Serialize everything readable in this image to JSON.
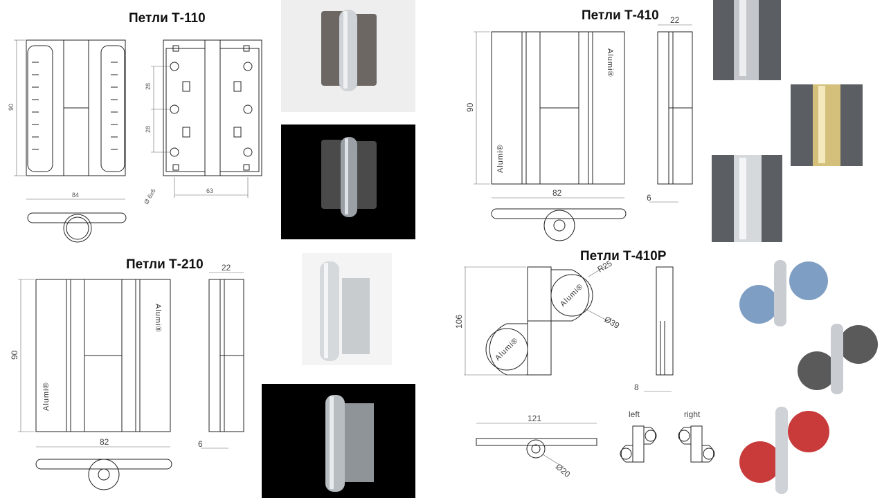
{
  "sections": {
    "t110": {
      "title": "Петли Т-110",
      "dims": {
        "height": "90",
        "width": "84",
        "pitch_a": "28",
        "pitch_b": "28",
        "span": "63",
        "hole": "Ø 6x6"
      }
    },
    "t210": {
      "title": "Петли Т-210",
      "dims": {
        "height": "90",
        "width": "82",
        "depth": "22",
        "offset": "6"
      },
      "logo": "Alumi®"
    },
    "t410": {
      "title": "Петли Т-410",
      "dims": {
        "height": "90",
        "width": "82",
        "depth": "22",
        "offset": "6"
      },
      "logo": "Alumi®"
    },
    "t410p": {
      "title": "Петли Т-410Р",
      "dims": {
        "radius": "R25",
        "diameter": "Ø39",
        "height": "106",
        "offset": "8",
        "width": "121",
        "axis": "Ø20"
      },
      "logo": "Alumi®",
      "left_label": "left",
      "right_label": "right"
    }
  },
  "photo_icons": [
    "hinge-photo-icon"
  ],
  "colors": {
    "background": "#ffffff",
    "line": "#222222",
    "photo_dark": "#000000",
    "photo_light": "#f2f2f2",
    "accent_blue": "#7e9ec3",
    "accent_grey": "#5a5a5a",
    "accent_red": "#c93a3a",
    "gold": "#d8c583"
  }
}
